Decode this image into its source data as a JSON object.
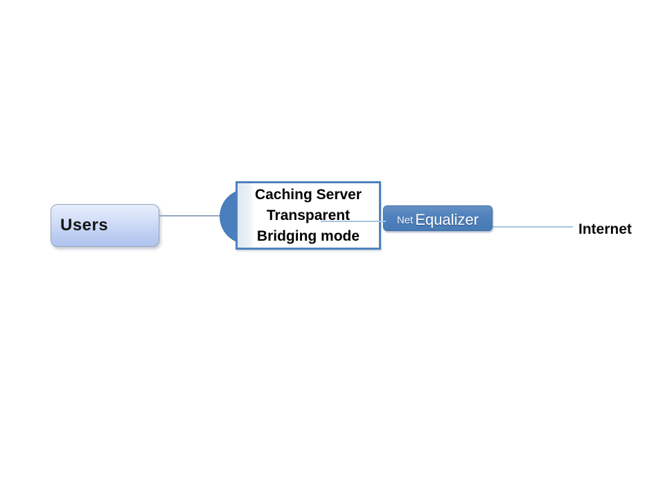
{
  "diagram": {
    "nodes": {
      "users": {
        "label": "Users"
      },
      "caching_server": {
        "line1": "Caching Server",
        "line2": "Transparent",
        "line3": "Bridging mode"
      },
      "netequalizer": {
        "brand_prefix": "Net",
        "brand_main": "Equalizer"
      },
      "internet": {
        "label": "Internet"
      }
    },
    "connections": [
      {
        "from": "users",
        "to": "caching_server"
      },
      {
        "from": "caching_server",
        "to": "netequalizer"
      },
      {
        "from": "netequalizer",
        "to": "internet"
      }
    ],
    "colors": {
      "accent_blue": "#4f81bd",
      "circle_blue": "#4a7ebc",
      "users_box_top": "#e6eefc",
      "users_box_bottom": "#b0c3ee",
      "connector_gray_blue": "#96a6bf",
      "connector_light_blue": "#a9c3e0",
      "canvas_background": "#ffffff"
    }
  }
}
